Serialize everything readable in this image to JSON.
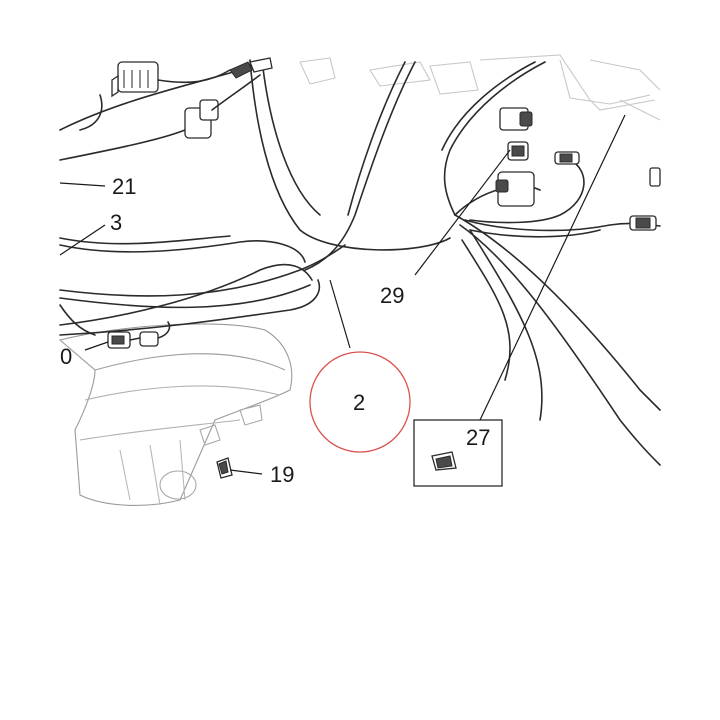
{
  "diagram": {
    "callouts": [
      {
        "id": "21",
        "label": "21"
      },
      {
        "id": "3",
        "label": "3"
      },
      {
        "id": "0",
        "label": "0"
      },
      {
        "id": "29",
        "label": "29"
      },
      {
        "id": "2",
        "label": "2"
      },
      {
        "id": "27",
        "label": "27"
      },
      {
        "id": "19",
        "label": "19"
      }
    ],
    "highlight_color": "#d9534f",
    "line_color": "#2b2b2b"
  }
}
